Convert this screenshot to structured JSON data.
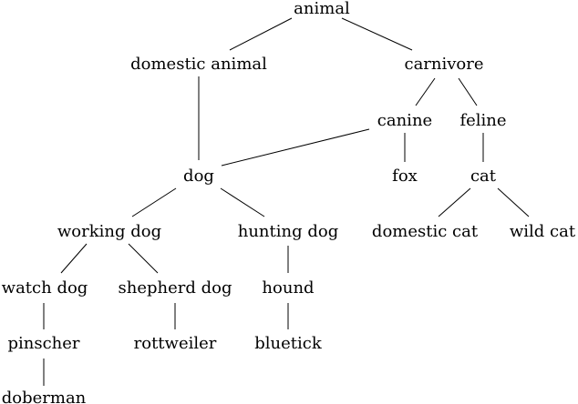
{
  "nodes": {
    "animal": "animal",
    "domestic_animal": "domestic animal",
    "carnivore": "carnivore",
    "canine": "canine",
    "feline": "feline",
    "dog": "dog",
    "fox": "fox",
    "cat": "cat",
    "working_dog": "working dog",
    "hunting_dog": "hunting dog",
    "domestic_cat": "domestic cat",
    "wild_cat": "wild cat",
    "watch_dog": "watch dog",
    "shepherd_dog": "shepherd dog",
    "hound": "hound",
    "pinscher": "pinscher",
    "rottweiler": "rottweiler",
    "bluetick": "bluetick",
    "doberman": "doberman"
  },
  "edges": [
    [
      "animal",
      "domestic_animal"
    ],
    [
      "animal",
      "carnivore"
    ],
    [
      "domestic_animal",
      "dog"
    ],
    [
      "carnivore",
      "canine"
    ],
    [
      "carnivore",
      "feline"
    ],
    [
      "canine",
      "dog"
    ],
    [
      "canine",
      "fox"
    ],
    [
      "feline",
      "cat"
    ],
    [
      "dog",
      "working_dog"
    ],
    [
      "dog",
      "hunting_dog"
    ],
    [
      "cat",
      "domestic_cat"
    ],
    [
      "cat",
      "wild_cat"
    ],
    [
      "working_dog",
      "watch_dog"
    ],
    [
      "working_dog",
      "shepherd_dog"
    ],
    [
      "hunting_dog",
      "hound"
    ],
    [
      "watch_dog",
      "pinscher"
    ],
    [
      "shepherd_dog",
      "rottweiler"
    ],
    [
      "hound",
      "bluetick"
    ],
    [
      "pinscher",
      "doberman"
    ]
  ]
}
